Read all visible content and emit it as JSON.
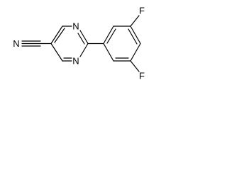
{
  "molecule": {
    "atoms": {
      "nitrile_n": "N",
      "ring_n_top": "N",
      "ring_n_bottom": "N",
      "fluorine_top": "F",
      "fluorine_bottom": "F"
    }
  },
  "colors": {
    "bond": "#000000",
    "label": "#000000",
    "background": "#ffffff"
  }
}
